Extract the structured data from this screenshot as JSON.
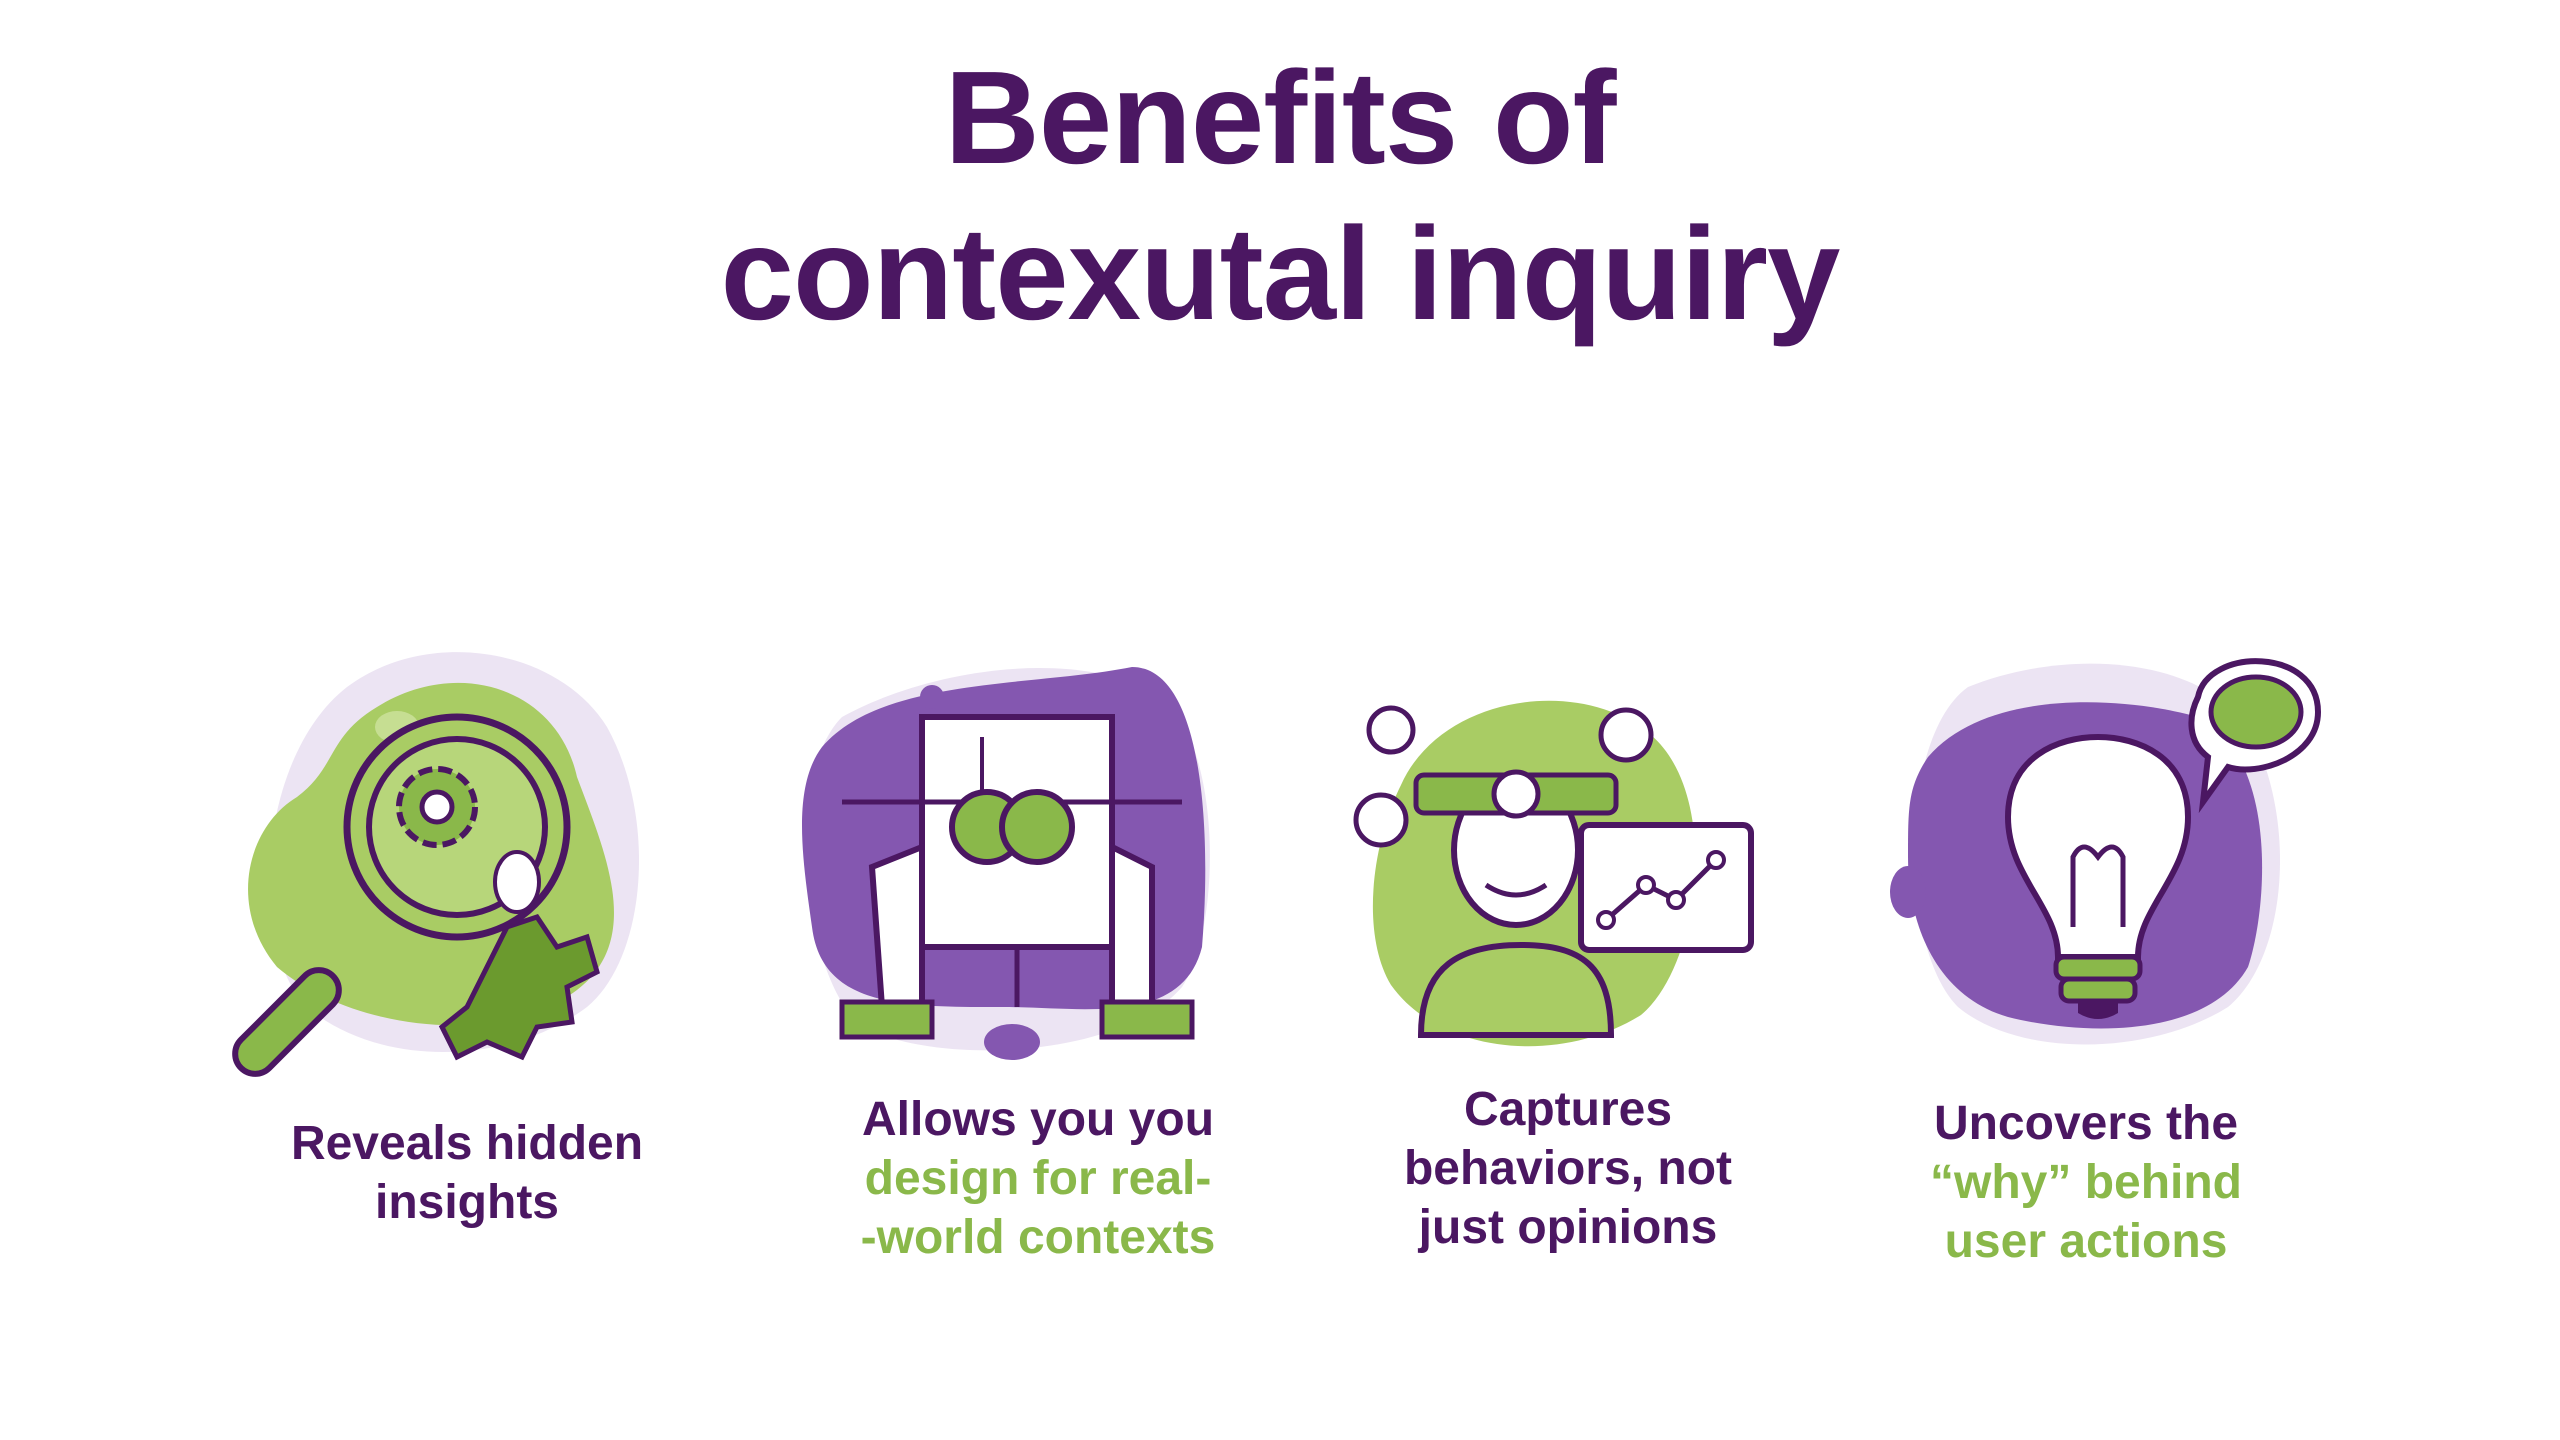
{
  "title": {
    "line1": "Benefits of",
    "line2": "contexutal inquiry"
  },
  "colors": {
    "purple": "#4b1762",
    "green": "#8ab84a",
    "blob_purple": "#8457b0",
    "blob_light": "#ece4f3"
  },
  "cards": [
    {
      "icon": "magnifier-gear-icon",
      "lines": [
        {
          "text": "Reveals hidden",
          "color": "purple"
        },
        {
          "text": "insights",
          "color": "purple"
        }
      ]
    },
    {
      "icon": "hands-holding-paper-icon",
      "lines": [
        {
          "text": "Allows you you",
          "color": "purple"
        },
        {
          "text": "design for real-",
          "color": "green"
        },
        {
          "text": "-world contexts",
          "color": "green"
        }
      ]
    },
    {
      "icon": "person-headset-chart-icon",
      "lines": [
        {
          "text": "Captures",
          "color": "purple"
        },
        {
          "text": "behaviors, not",
          "color": "purple"
        },
        {
          "text": "just opinions",
          "color": "purple"
        }
      ]
    },
    {
      "icon": "lightbulb-brain-icon",
      "lines": [
        {
          "text": "Uncovers the",
          "color": "purple"
        },
        {
          "text": "“why” behind",
          "color": "green"
        },
        {
          "text": "user actions",
          "color": "green"
        }
      ]
    }
  ]
}
